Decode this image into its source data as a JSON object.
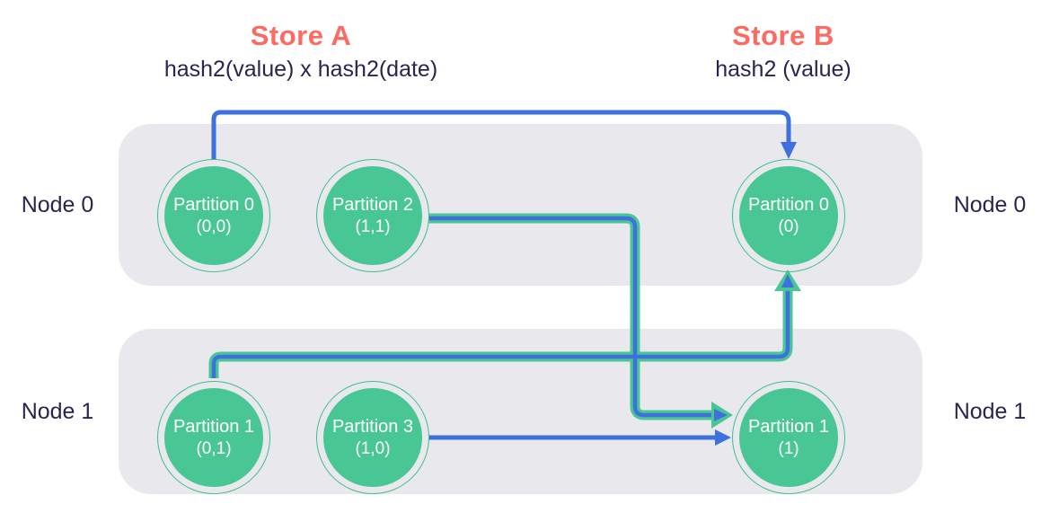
{
  "diagram": {
    "store_a": {
      "title": "Store A",
      "subtitle": "hash2(value) x hash2(date)"
    },
    "store_b": {
      "title": "Store B",
      "subtitle": "hash2 (value)"
    },
    "node_labels_left": [
      "Node 0",
      "Node 1"
    ],
    "node_labels_right": [
      "Node 0",
      "Node 1"
    ],
    "partitions": [
      {
        "store": "A",
        "node": "Node 0",
        "name": "Partition 0",
        "coords": "(0,0)"
      },
      {
        "store": "A",
        "node": "Node 0",
        "name": "Partition 2",
        "coords": "(1,1)"
      },
      {
        "store": "B",
        "node": "Node 0",
        "name": "Partition 0",
        "coords": "(0)"
      },
      {
        "store": "A",
        "node": "Node 1",
        "name": "Partition 1",
        "coords": "(0,1)"
      },
      {
        "store": "A",
        "node": "Node 1",
        "name": "Partition 3",
        "coords": "(1,0)"
      },
      {
        "store": "B",
        "node": "Node 1",
        "name": "Partition 1",
        "coords": "(1)"
      }
    ],
    "edges": [
      {
        "from": "Store A / Partition 0 (0,0)",
        "to": "Store B / Partition 0 (0)",
        "style": "blue"
      },
      {
        "from": "Store A / Partition 2 (1,1)",
        "to": "Store B / Partition 1 (1)",
        "style": "blue-green-pipe"
      },
      {
        "from": "Store A / Partition 1 (0,1)",
        "to": "Store B / Partition 0 (0)",
        "style": "blue-green-pipe"
      },
      {
        "from": "Store A / Partition 3 (1,0)",
        "to": "Store B / Partition 1 (1)",
        "style": "blue"
      }
    ],
    "colors": {
      "title_coral": "#FC6B62",
      "text_navy": "#2A2550",
      "partition_green": "#48C795",
      "circle_ring_green": "#3FBF8F",
      "arrow_blue": "#3E71DE",
      "node_box_gray": "#E9E8ED",
      "circle_text_white": "#FFFFFF"
    }
  }
}
